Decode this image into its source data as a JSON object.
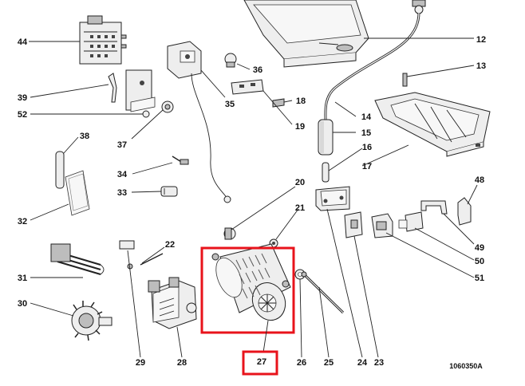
{
  "diagram": {
    "drawing_code": "1060350A",
    "highlighted_part": "27",
    "highlight_color": "#e8131b",
    "callouts": [
      "44",
      "39",
      "52",
      "38",
      "37",
      "34",
      "33",
      "32",
      "31",
      "30",
      "36",
      "35",
      "18",
      "19",
      "12",
      "13",
      "14",
      "15",
      "16",
      "17",
      "20",
      "21",
      "22",
      "48",
      "49",
      "50",
      "51",
      "29",
      "28",
      "27",
      "26",
      "25",
      "24",
      "23"
    ]
  }
}
